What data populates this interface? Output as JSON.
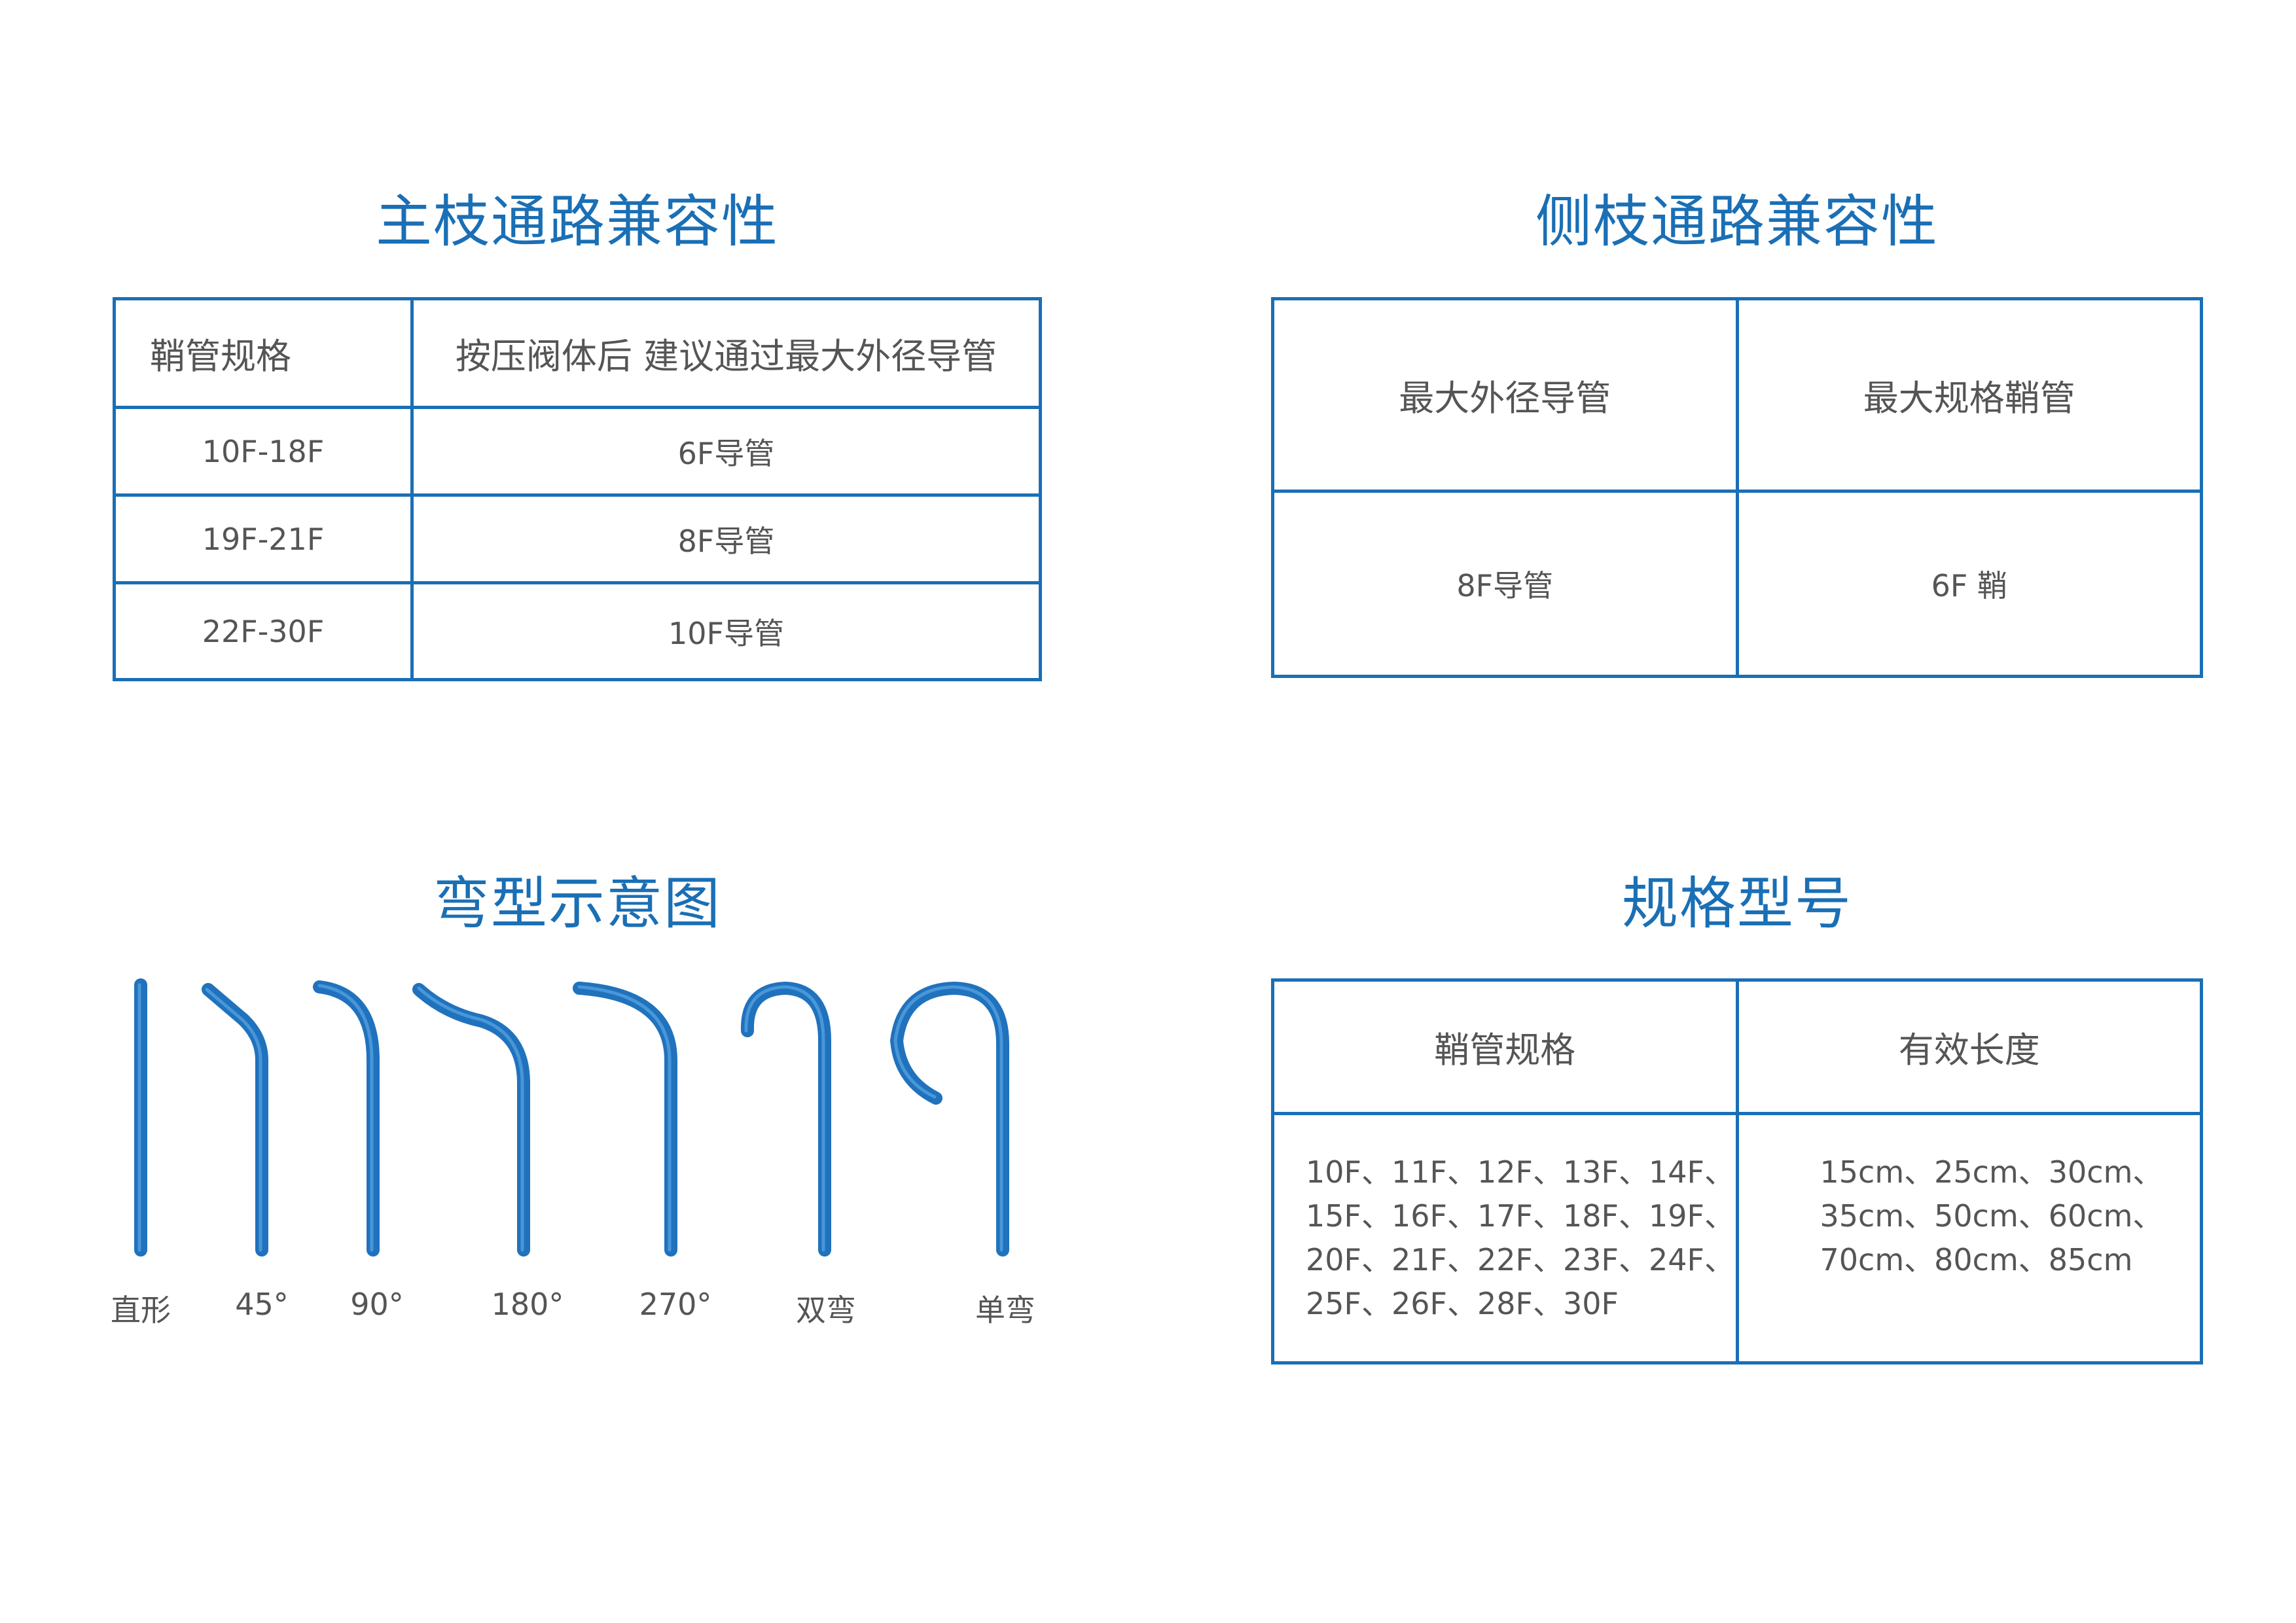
{
  "colors": {
    "accent": "#1a6fb5",
    "tube": "#2072bd",
    "text": "#555555"
  },
  "main_branch": {
    "title": "主枝通路兼容性",
    "headers": [
      "鞘管规格",
      "按压阀体后 建议通过最大外径导管"
    ],
    "rows": [
      [
        "10F-18F",
        "6F导管"
      ],
      [
        "19F-21F",
        "8F导管"
      ],
      [
        "22F-30F",
        "10F导管"
      ]
    ]
  },
  "side_branch": {
    "title": "侧枝通路兼容性",
    "headers": [
      "最大外径导管",
      "最大规格鞘管"
    ],
    "row": [
      "8F导管",
      "6F 鞘"
    ]
  },
  "bend_diagram": {
    "title": "弯型示意图",
    "labels": [
      "直形",
      "45°",
      "90°",
      "180°",
      "270°",
      "双弯",
      "单弯"
    ]
  },
  "spec_model": {
    "title": "规格型号",
    "headers": [
      "鞘管规格",
      "有效长度"
    ],
    "sheath_sizes": [
      "10F、11F、12F、13F、14F、",
      "15F、16F、17F、18F、19F、",
      "20F、21F、22F、23F、24F、",
      "25F、26F、28F、30F"
    ],
    "lengths": [
      "15cm、25cm、30cm、",
      "35cm、50cm、60cm、",
      "70cm、80cm、85cm"
    ]
  }
}
